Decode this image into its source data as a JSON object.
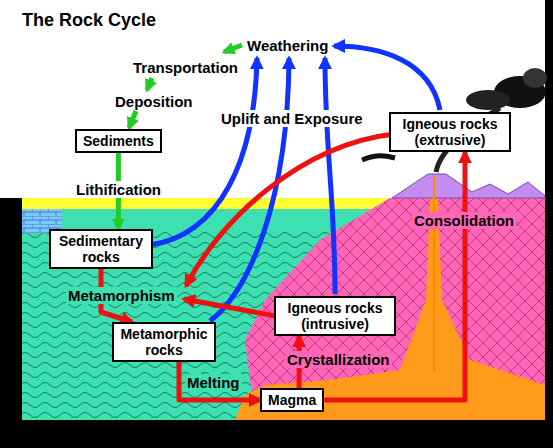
{
  "diagram": {
    "title": "The Rock Cycle",
    "nodes": [
      {
        "text": [
          "Sediments"
        ]
      },
      {
        "text": [
          "Igneous rocks (extrusive)"
        ]
      },
      {
        "text": [
          "Sedimentary rocks"
        ]
      },
      {
        "text": [
          "Igneous rocks (intrusive)"
        ]
      },
      {
        "text": [
          "Metamorphic rocks"
        ]
      },
      {
        "text": [
          "Magma"
        ]
      }
    ],
    "edges": [
      {
        "from": 0,
        "to": 2,
        "arrow": "to",
        "label": "Lithification"
      },
      {
        "from": 2,
        "to": 4,
        "arrow": "to",
        "label": "Metamorphism"
      },
      {
        "from": 4,
        "to": 5,
        "arrow": "to",
        "label": "Melting"
      },
      {
        "from": 5,
        "to": 3,
        "arrow": "to",
        "label": "Crystallization"
      },
      {
        "from": 5,
        "to": 1,
        "arrow": "to"
      }
    ],
    "labels": [
      "Weathering",
      "Transportation",
      "Deposition",
      "Uplift and Exposure",
      "Consolidation"
    ]
  }
}
